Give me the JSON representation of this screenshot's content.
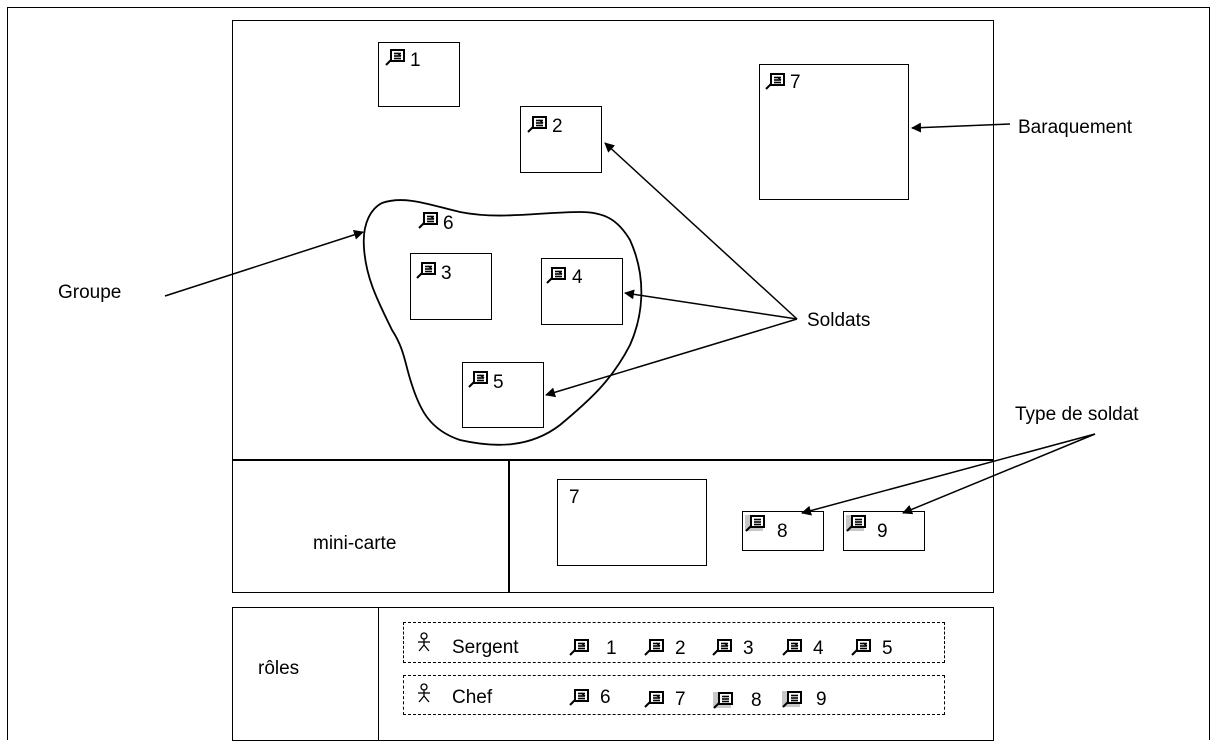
{
  "labels": {
    "baraquement": "Baraquement",
    "groupe": "Groupe",
    "soldats": "Soldats",
    "type_de_soldat": "Type de soldat",
    "mini_carte": "mini-carte",
    "roles": "rôles"
  },
  "map_units": {
    "u1": "1",
    "u2": "2",
    "u3": "3",
    "u4": "4",
    "u5": "5",
    "u6": "6",
    "u7": "7"
  },
  "panel": {
    "building": "7",
    "type_a": "8",
    "type_b": "9"
  },
  "roles": {
    "sergent": {
      "label": "Sergent",
      "units": [
        "1",
        "2",
        "3",
        "4",
        "5"
      ]
    },
    "chef": {
      "label": "Chef",
      "units": [
        "6",
        "7",
        "8",
        "9"
      ]
    }
  },
  "icons": {
    "soldier": "soldier-icon",
    "soldier_type": "soldier-type-icon",
    "role": "actor-icon"
  }
}
